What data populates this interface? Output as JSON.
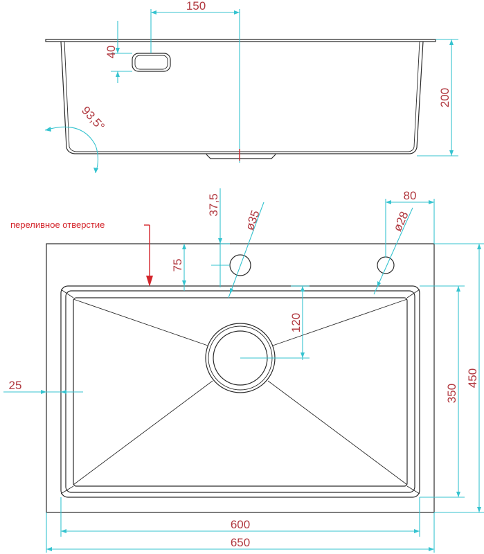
{
  "side_view": {
    "dims": {
      "drain_offset": "150",
      "overflow_height": "40",
      "depth": "200",
      "wall_angle": "93,5°"
    }
  },
  "top_view": {
    "dims": {
      "hole_top_offset": "37,5",
      "large_hole_diameter": "ø35",
      "small_hole_offset": "80",
      "small_hole_diameter": "ø28",
      "hole_from_edge": "75",
      "drain_from_bowl": "120",
      "rim_width": "25",
      "bowl_depth": "350",
      "overall_depth": "450",
      "bowl_width": "600",
      "overall_width": "650"
    },
    "overflow_note": "переливное отверстие"
  },
  "colors": {
    "outline": "#2a2a2a",
    "dimension_lines": "#35c3cf",
    "dimension_text": "#b0383f",
    "note": "#d4252b"
  }
}
